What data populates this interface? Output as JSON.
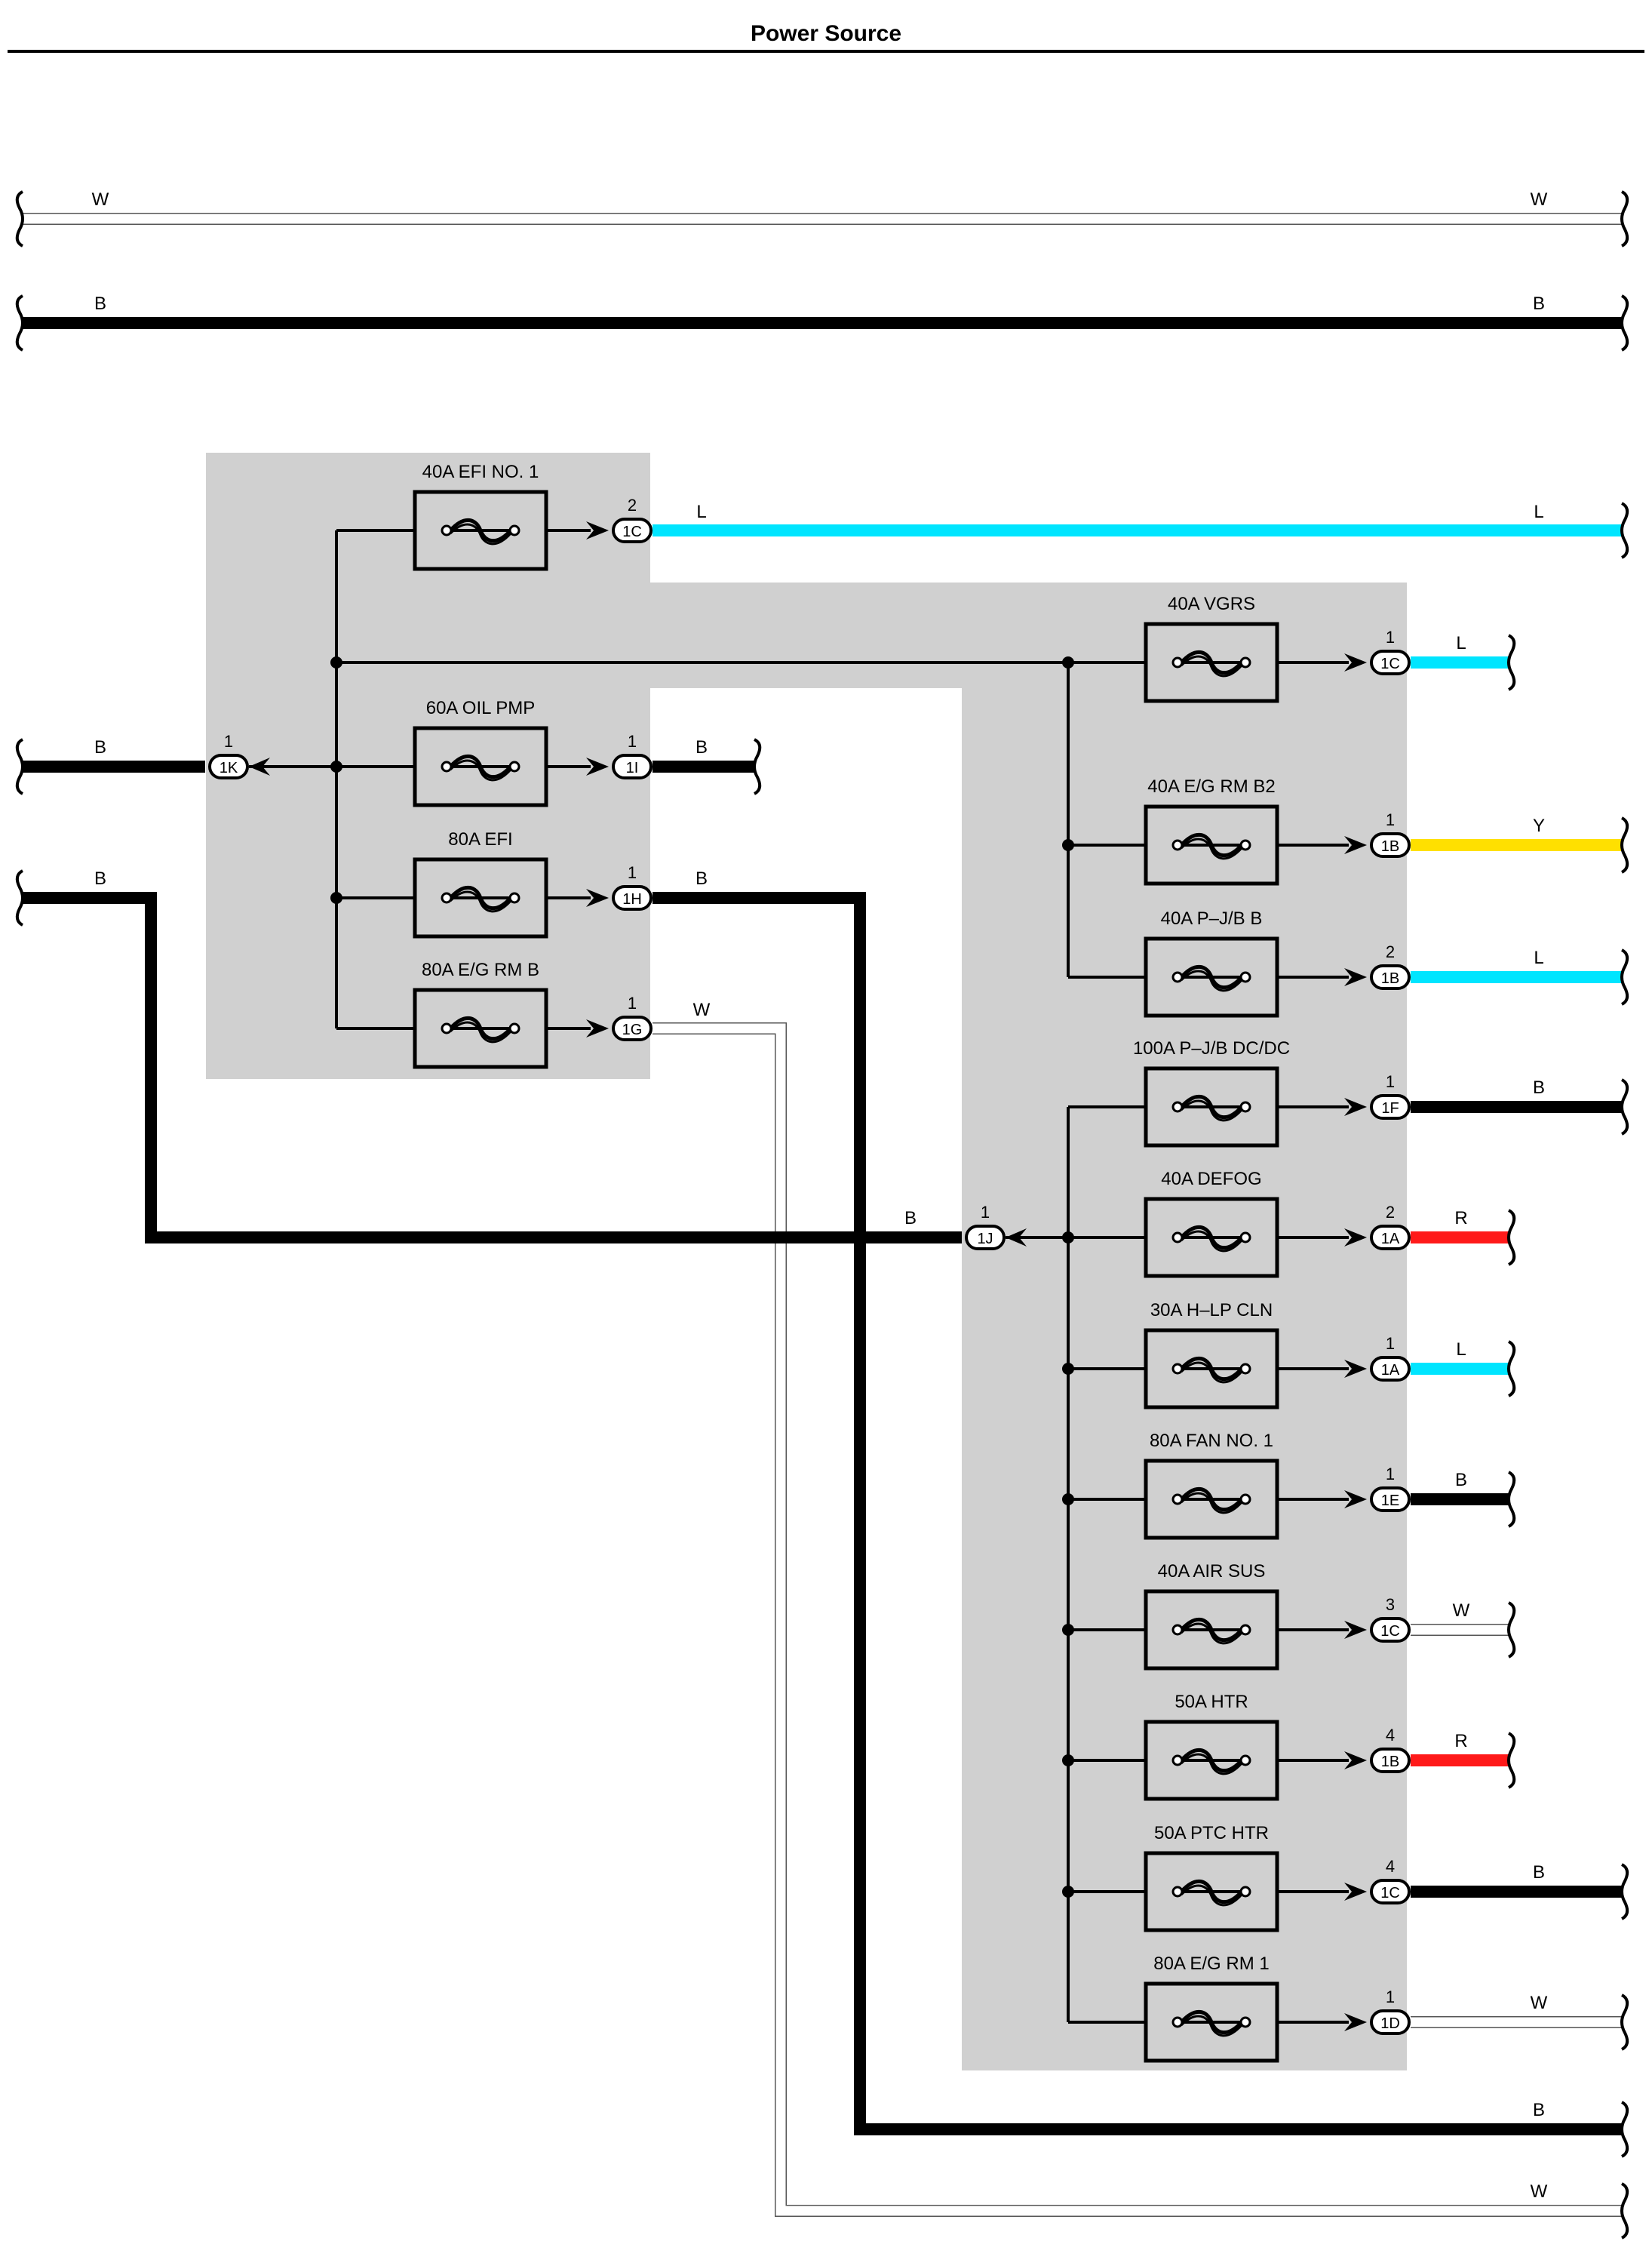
{
  "title": "Power Source",
  "colors": {
    "L": "#00e5ff",
    "B": "#000000",
    "W": "#ffffff",
    "Y": "#ffe000",
    "R": "#ff1a1a",
    "relay_box": "#d0d0d0"
  },
  "passthrough_wires": [
    {
      "label_left": "W",
      "label_right": "W"
    },
    {
      "label_left": "B",
      "label_right": "B"
    }
  ],
  "left_block": {
    "input": {
      "wire": "B",
      "pin": "1",
      "connector": "1K"
    },
    "fuses": [
      {
        "name": "40A EFI NO. 1",
        "pin": "2",
        "connector": "1C",
        "wire": "L"
      },
      {
        "name": "60A OIL PMP",
        "pin": "1",
        "connector": "1I",
        "wire": "B"
      },
      {
        "name": "80A EFI",
        "pin": "1",
        "connector": "1H",
        "wire": "B"
      },
      {
        "name": "80A E/G RM B",
        "pin": "1",
        "connector": "1G",
        "wire": "W"
      }
    ],
    "vgrs_fuse": {
      "name": "40A VGRS",
      "pin": "1",
      "connector": "1C",
      "wire": "L"
    },
    "eg_rm_b2": {
      "name": "40A E/G RM B2",
      "pin": "1",
      "connector": "1B",
      "wire": "Y"
    },
    "pjb_b": {
      "name": "40A P–J/B B",
      "pin": "2",
      "connector": "1B",
      "wire": "L"
    }
  },
  "right_block": {
    "input": {
      "wire": "B",
      "pin": "1",
      "connector": "1J",
      "label_left": "B"
    },
    "fuses": [
      {
        "name": "100A P–J/B DC/DC",
        "pin": "1",
        "connector": "1F",
        "wire": "B"
      },
      {
        "name": "40A DEFOG",
        "pin": "2",
        "connector": "1A",
        "wire": "R"
      },
      {
        "name": "30A H–LP CLN",
        "pin": "1",
        "connector": "1A",
        "wire": "L"
      },
      {
        "name": "80A FAN NO. 1",
        "pin": "1",
        "connector": "1E",
        "wire": "B"
      },
      {
        "name": "40A AIR SUS",
        "pin": "3",
        "connector": "1C",
        "wire": "W"
      },
      {
        "name": "50A HTR",
        "pin": "4",
        "connector": "1B",
        "wire": "R"
      },
      {
        "name": "50A PTC HTR",
        "pin": "4",
        "connector": "1C",
        "wire": "B"
      },
      {
        "name": "80A E/G RM 1",
        "pin": "1",
        "connector": "1D",
        "wire": "W"
      }
    ]
  },
  "second_input": {
    "wire": "B"
  },
  "bottom_wires": [
    {
      "label": "B"
    },
    {
      "label": "W"
    }
  ]
}
